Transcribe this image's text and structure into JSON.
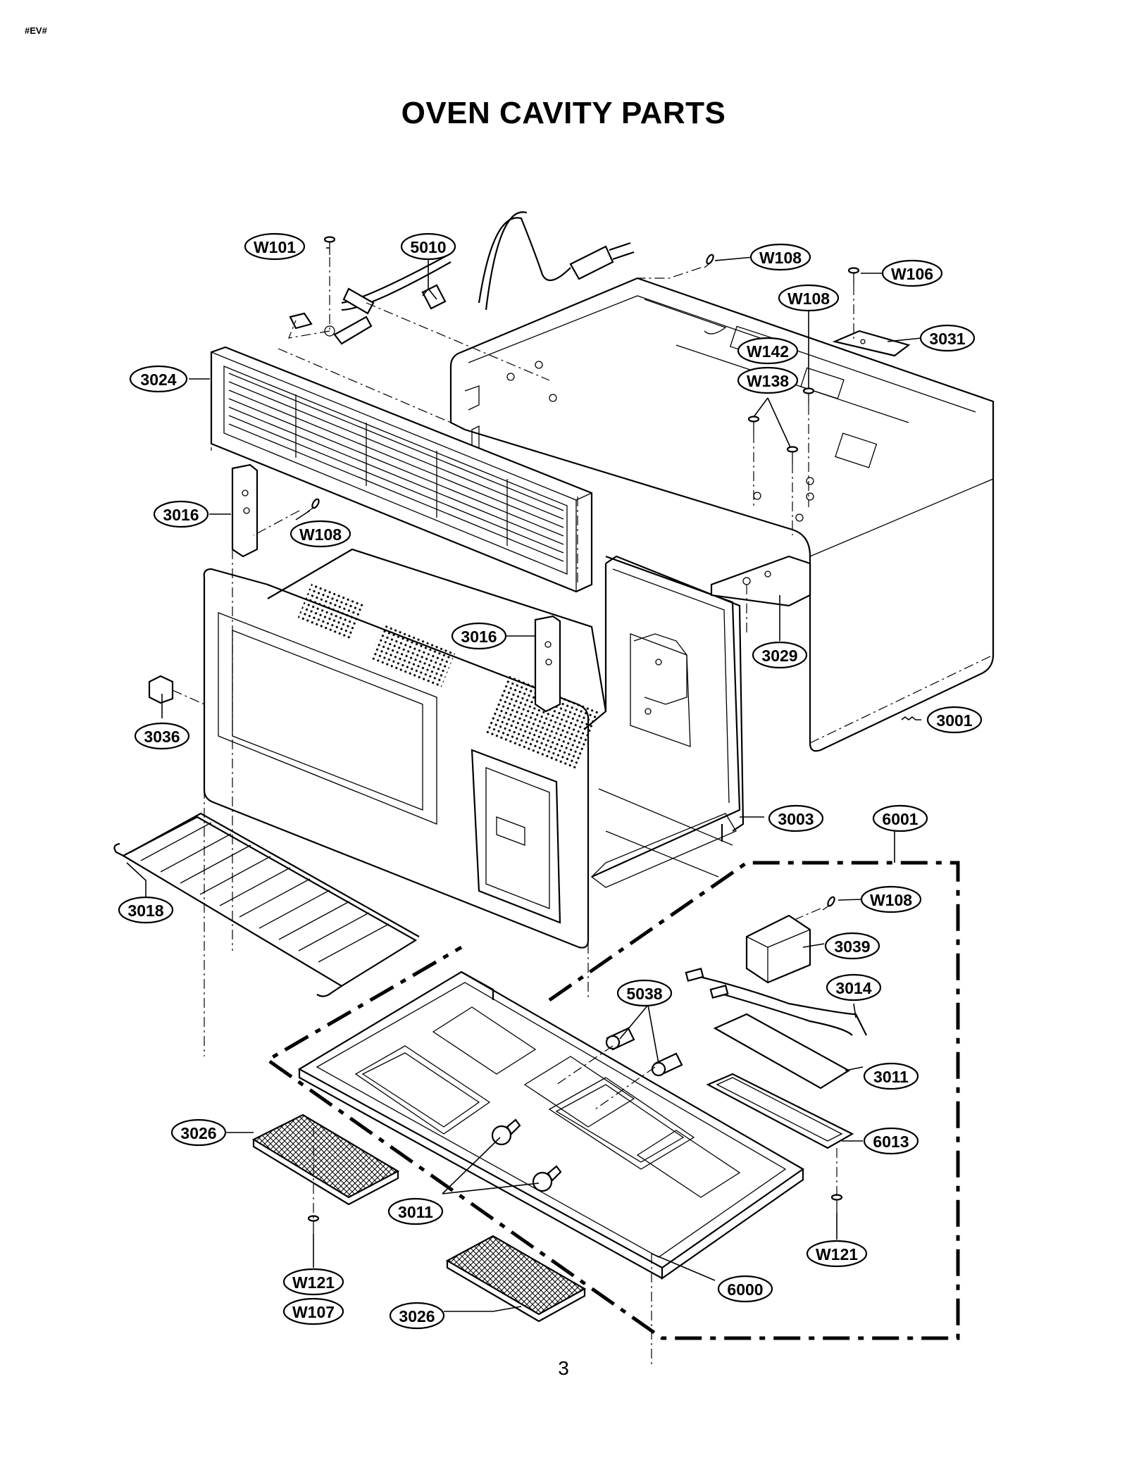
{
  "header_tag": "#EV#",
  "title": "OVEN CAVITY PARTS",
  "page_number": "3",
  "callouts": [
    "W101",
    "5010",
    "W108",
    "W106",
    "W108",
    "3031",
    "W142",
    "W138",
    "3024",
    "3016",
    "W108",
    "3016",
    "3029",
    "3036",
    "3001",
    "3003",
    "6001",
    "3018",
    "W108",
    "3039",
    "5038",
    "3014",
    "3011",
    "6013",
    "3026",
    "3011",
    "W121",
    "W121",
    "W107",
    "6000",
    "3026"
  ]
}
